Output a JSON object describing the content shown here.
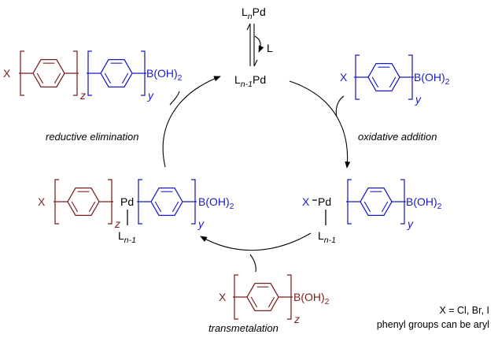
{
  "colors": {
    "halide": "#7a1f1f",
    "boronic": "#1a1ac8",
    "metal": "#000000"
  },
  "catalyst": {
    "top": {
      "l": "L",
      "n": "n",
      "pd": "Pd"
    },
    "dissociated_ligand": "L",
    "active": {
      "l": "L",
      "n1": "n-1",
      "pd": "Pd"
    }
  },
  "species": {
    "x": "X",
    "boron": "B(OH)",
    "boron_sub": "2",
    "z": "z",
    "y": "y",
    "pd": "Pd",
    "ligand": {
      "l": "L",
      "n1": "n-1"
    }
  },
  "steps": {
    "oxidative_addition": "oxidative addition",
    "reductive_elimination": "reductive elimination",
    "transmetalation": "transmetalation"
  },
  "notes": {
    "line1": "X = Cl, Br, I",
    "line2": "phenyl groups can be aryl"
  },
  "icons": [
    "arrowhead-icon",
    "equilibrium-arrows-icon",
    "benzene-ring-icon"
  ]
}
